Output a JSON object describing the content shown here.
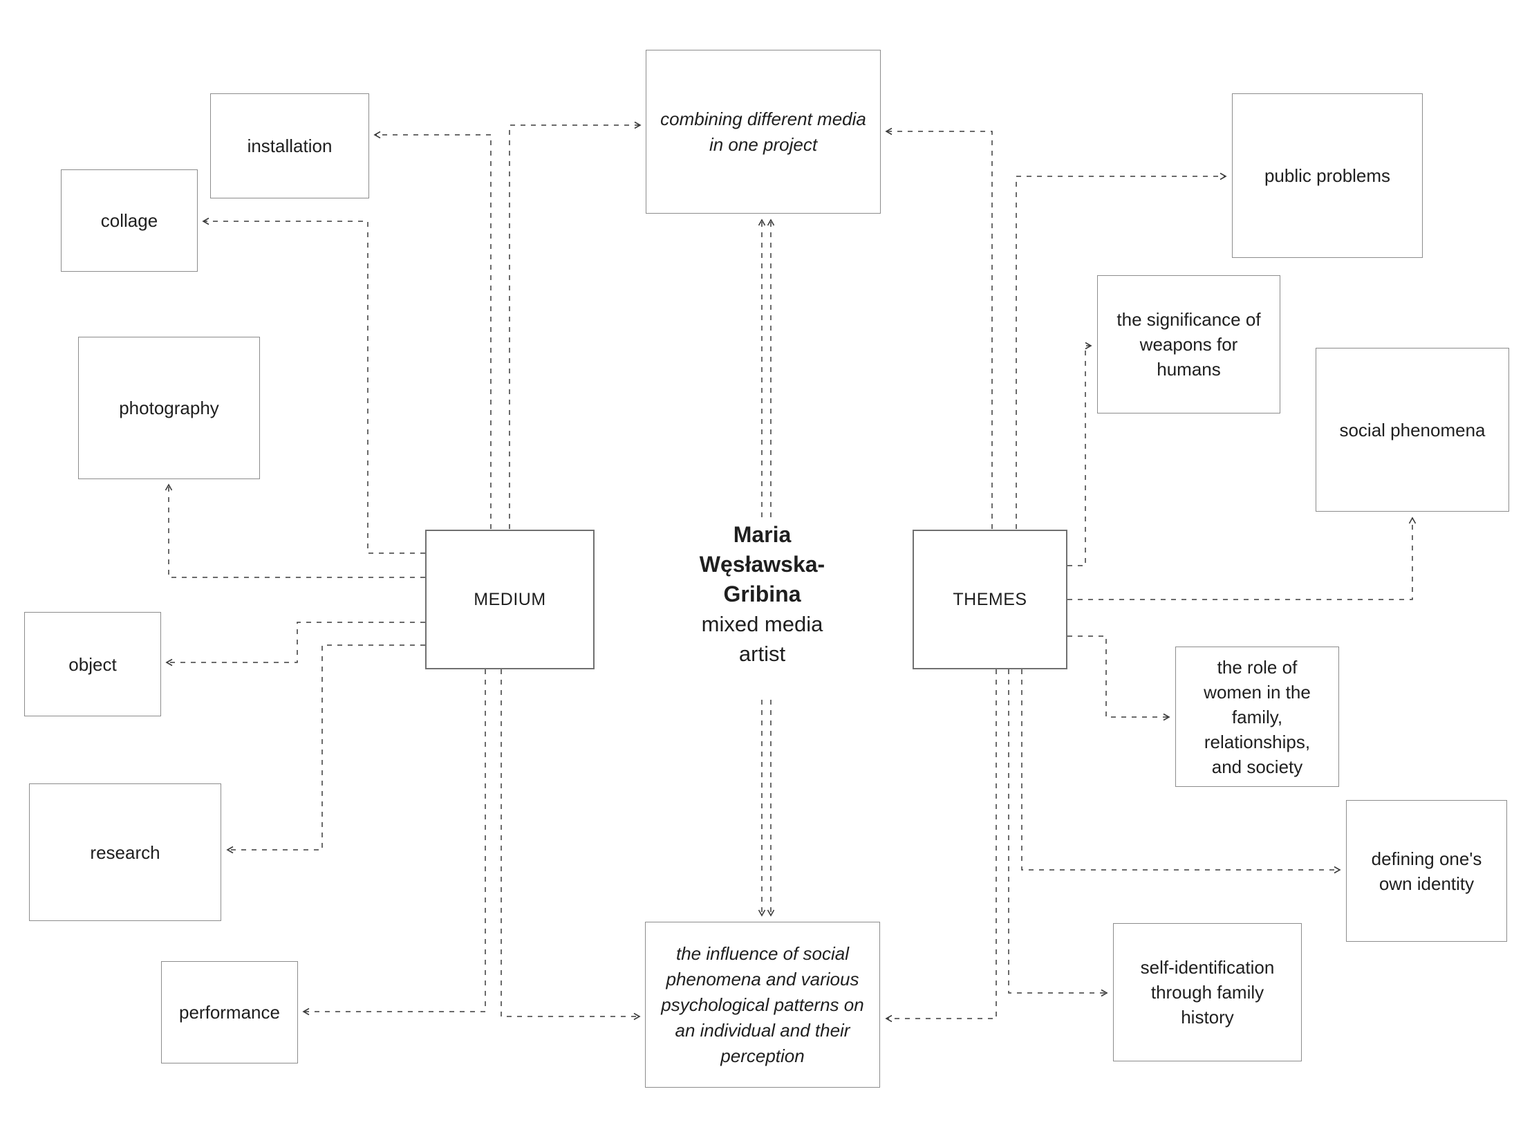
{
  "diagram": {
    "center": {
      "name_line1": "Maria",
      "name_line2": "Węsławska-",
      "name_line3": "Gribina",
      "subtitle_line1": "mixed media",
      "subtitle_line2": "artist"
    },
    "hubs": {
      "medium": {
        "label": "MEDIUM"
      },
      "themes": {
        "label": "THEMES"
      }
    },
    "nodes": {
      "combining": {
        "label": "combining different media in one project"
      },
      "influence": {
        "label": "the influence of social phenomena and various psychological patterns on an individual and their perception"
      },
      "installation": {
        "label": "installation"
      },
      "collage": {
        "label": "collage"
      },
      "photography": {
        "label": "photography"
      },
      "object": {
        "label": "object"
      },
      "research": {
        "label": "research"
      },
      "performance": {
        "label": "performance"
      },
      "public_problems": {
        "label": "public problems"
      },
      "weapons": {
        "label": "the significance of weapons for humans"
      },
      "social_phenomena": {
        "label": "social phenomena"
      },
      "role_of_women": {
        "label": "the role of women in the family, relationships, and society"
      },
      "defining_identity": {
        "label": "defining one's own identity"
      },
      "self_identification": {
        "label": "self-identification through family history"
      }
    },
    "connections": [
      {
        "from": "medium",
        "to": "installation"
      },
      {
        "from": "medium",
        "to": "combining"
      },
      {
        "from": "medium",
        "to": "collage"
      },
      {
        "from": "medium",
        "to": "photography"
      },
      {
        "from": "medium",
        "to": "object"
      },
      {
        "from": "medium",
        "to": "research"
      },
      {
        "from": "medium",
        "to": "performance"
      },
      {
        "from": "medium",
        "to": "influence"
      },
      {
        "from": "center",
        "to": "combining"
      },
      {
        "from": "center",
        "to": "combining"
      },
      {
        "from": "center",
        "to": "influence"
      },
      {
        "from": "center",
        "to": "influence"
      },
      {
        "from": "themes",
        "to": "combining"
      },
      {
        "from": "themes",
        "to": "public_problems"
      },
      {
        "from": "themes",
        "to": "weapons"
      },
      {
        "from": "themes",
        "to": "social_phenomena"
      },
      {
        "from": "themes",
        "to": "role_of_women"
      },
      {
        "from": "themes",
        "to": "defining_identity"
      },
      {
        "from": "themes",
        "to": "self_identification"
      },
      {
        "from": "themes",
        "to": "influence"
      }
    ],
    "colors": {
      "line": "#3a3a3a",
      "box_border": "#8c8c8c",
      "hub_border": "#707070",
      "text": "#1f1f1f",
      "background": "#ffffff"
    }
  }
}
